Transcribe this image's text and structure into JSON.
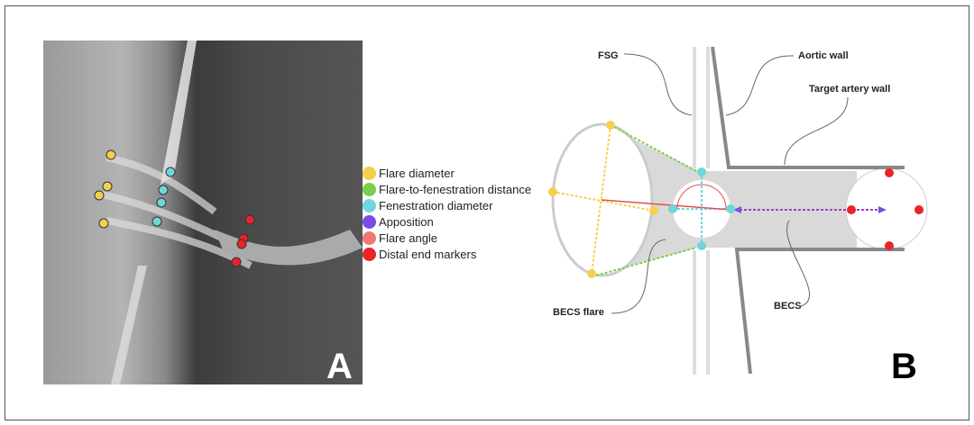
{
  "panel_a": {
    "label": "A",
    "legend": [
      {
        "label": "Flare diameter",
        "color": "#f5d04e"
      },
      {
        "label": "Flare-to-fenestration distance",
        "color": "#7ccf4a"
      },
      {
        "label": "Fenestration diameter",
        "color": "#6fd6dc"
      },
      {
        "label": "Apposition",
        "color": "#7b4de8"
      },
      {
        "label": "Flare angle",
        "color": "#f07878"
      },
      {
        "label": "Distal end markers",
        "color": "#e8242a"
      }
    ]
  },
  "panel_b": {
    "label": "B",
    "labels": {
      "fsg": "FSG",
      "aortic_wall": "Aortic wall",
      "target_artery_wall": "Target artery wall",
      "becs_flare": "BECS flare",
      "becs": "BECS"
    }
  }
}
